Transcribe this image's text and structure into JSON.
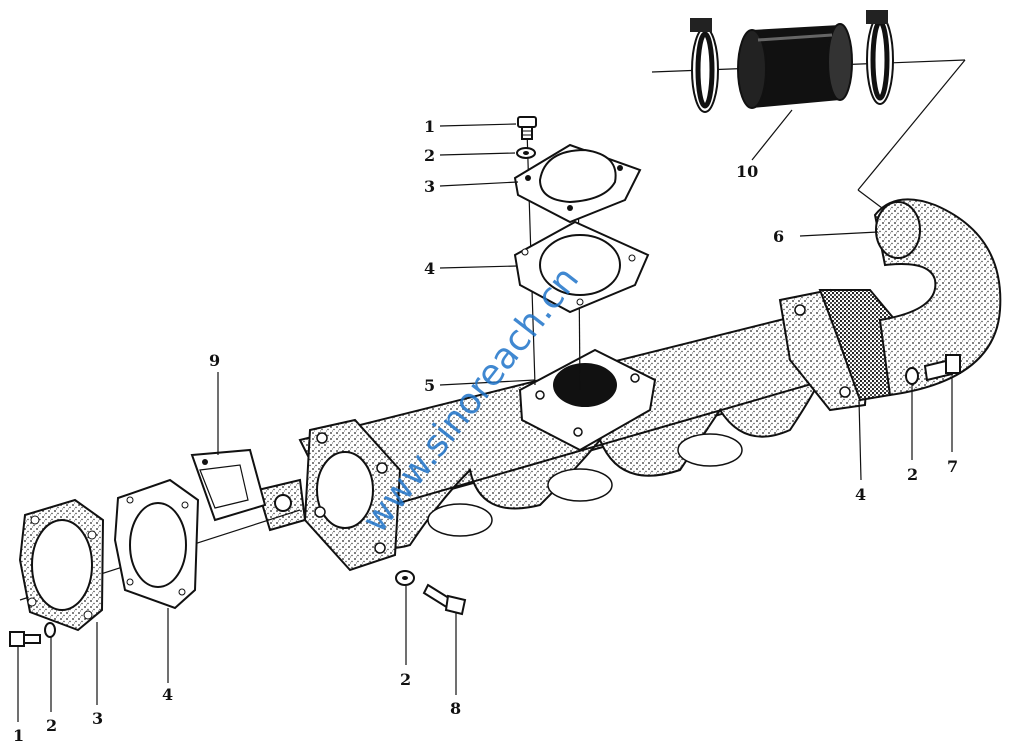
{
  "labels": {
    "bolt_top": "1",
    "washer_top": "2",
    "cover_top": "3",
    "gasket_top": "4",
    "flange_top": "5",
    "elbow_pipe": "6",
    "bolt_right": "7",
    "bolt_bottom": "8",
    "plate_left": "9",
    "hose_assembly": "10",
    "gasket_right": "4",
    "washer_right": "2",
    "washer_bottom": "2",
    "gasket_left": "4",
    "cover_left": "3",
    "washer_left": "2",
    "bolt_left": "1"
  },
  "watermark": "www.sinoreach.cn"
}
